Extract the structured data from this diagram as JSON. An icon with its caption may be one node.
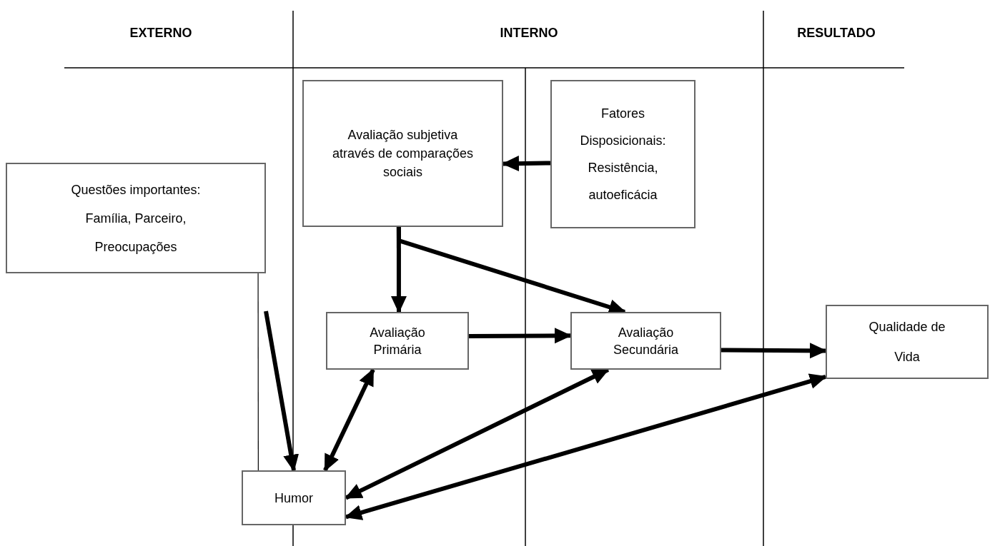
{
  "diagram": {
    "nodes": [
      {
        "text": [
          "Avaliação subjetiva através de comparações sociais"
        ]
      },
      {
        "text": [
          "Fatores Disposicionais: Resistência, autoeficácia"
        ]
      },
      {
        "text": [
          "Questões importantes: Família, Parceiro, Preocupações"
        ]
      },
      {
        "text": [
          "Avaliação Primária"
        ]
      },
      {
        "text": [
          "Avaliação Secundária"
        ]
      },
      {
        "text": [
          "Qualidade de Vida"
        ]
      },
      {
        "text": [
          "Humor"
        ]
      }
    ],
    "edges": [
      {
        "from": 1,
        "to": 0,
        "arrow": "to"
      },
      {
        "from": 0,
        "to": 3,
        "arrow": "to"
      },
      {
        "from": 0,
        "to": 4,
        "arrow": "to"
      },
      {
        "from": 3,
        "to": 4,
        "arrow": "to"
      },
      {
        "from": 4,
        "to": 5,
        "arrow": "to"
      },
      {
        "from": 3,
        "to": 6,
        "arrow": "both"
      },
      {
        "from": 4,
        "to": 6,
        "arrow": "both"
      },
      {
        "from": 5,
        "to": 6,
        "arrow": "both"
      },
      {
        "from": null,
        "to": 6,
        "arrow": "to"
      },
      {
        "from": 2,
        "to": 6,
        "arrow": "none"
      }
    ],
    "labels": [
      "EXTERNO",
      "INTERNO",
      "RESULTADO"
    ]
  }
}
